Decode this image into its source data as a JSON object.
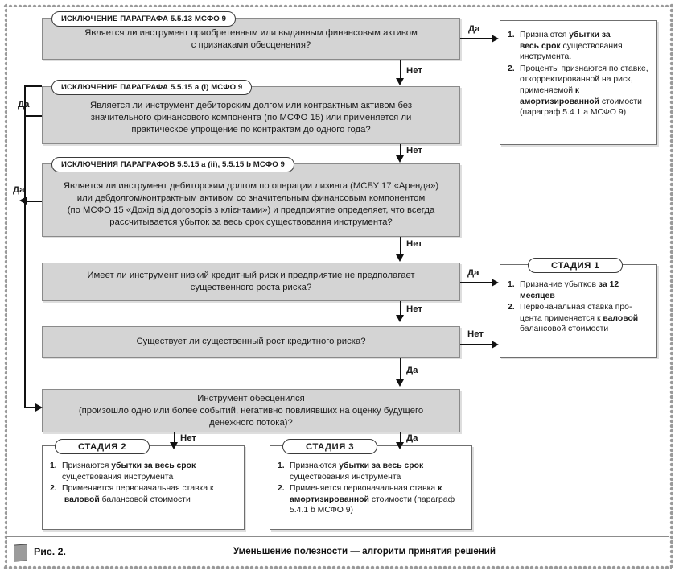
{
  "figure": {
    "icon": "figure-square-icon",
    "label": "Рис. 2.",
    "caption": "Уменьшение полезности — алгоритм принятия решений"
  },
  "colors": {
    "question_fill": "#d4d4d4",
    "question_border": "#8a8a8a",
    "result_border": "#6f6f6f",
    "pill_border": "#3a3a3a",
    "connector": "#111111",
    "page_background": "#ffffff"
  },
  "questions": [
    {
      "id": "q1",
      "pill": "ИСКЛЮЧЕНИЕ ПАРАГРАФА 5.5.13 МСФО 9",
      "lines": [
        "Является ли инструмент приобретенным или выданным финансовым активом",
        "с признаками обесценения?"
      ]
    },
    {
      "id": "q2",
      "pill": "ИСКЛЮЧЕНИЕ ПАРАГРАФА 5.5.15 a (i) МСФО 9",
      "lines": [
        "Является ли инструмент дебиторским долгом или контрактным активом без",
        "значительного финансового компонента (по МСФО 15) или применяется ли",
        "практическое упрощение по контрактам до одного года?"
      ]
    },
    {
      "id": "q3",
      "pill": "ИСКЛЮЧЕНИЯ ПАРАГРАФОВ 5.5.15 a (ii), 5.5.15 b МСФО 9",
      "lines": [
        "Является ли инструмент дебиторским долгом по операции лизинга (МСБУ 17 «Аренда»)",
        "или дебдолгом/контрактным активом со значительным финансовым компонентом",
        "(по МСФО 15 «Дохід від договорів з клієнтами») и предприятие определяет, что всегда",
        "рассчитывается убыток за весь срок существования инструмента?"
      ]
    },
    {
      "id": "q4",
      "pill": "",
      "lines": [
        "Имеет ли инструмент низкий кредитный риск и предприятие не предполагает",
        "существенного роста риска?"
      ]
    },
    {
      "id": "q5",
      "pill": "",
      "lines": [
        "Существует ли существенный рост кредитного риска?"
      ]
    },
    {
      "id": "q6",
      "pill": "",
      "lines": [
        "Инструмент обесценился",
        "(произошло одно или более событий, негативно повлиявших на оценку будущего",
        "денежного потока)?"
      ]
    }
  ],
  "results": {
    "top_right": {
      "pill": "",
      "items": [
        "1. Признаются убытки за весь срок существования инструмента.",
        "2. Проценты признаются по ставке, откорректированной на риск, применяемой к амортизированной стоимости (параграф 5.4.1 a МСФО 9)"
      ]
    },
    "stage1": {
      "pill": "СТАДИЯ 1",
      "items": [
        "1. Признание убытков за 12 месяцев",
        "2. Первоначальная ставка процента применяется к валовой балансовой стоимости"
      ]
    },
    "stage2": {
      "pill": "СТАДИЯ 2",
      "items": [
        "1. Признаются убытки за весь срок существования инструмента",
        "2. Применяется первоначальная ставка к валовой балансовой стоимости"
      ]
    },
    "stage3": {
      "pill": "СТАДИЯ 3",
      "items": [
        "1. Признаются убытки за весь срок существования инструмента",
        "2. Применяется первоначальная ставка к амортизированной стоимости (параграф 5.4.1 b МСФО 9)"
      ]
    }
  },
  "edges": {
    "yes": "Да",
    "no": "Нет",
    "labels": {
      "q1_yes": "Да",
      "q1_no": "Нет",
      "q2_yes": "Да",
      "q2_no": "Нет",
      "q3_yes": "Да",
      "q3_no": "Нет",
      "q4_yes": "Да",
      "q4_no": "Нет",
      "q5_no": "Нет",
      "q5_yes": "Да",
      "q6_no": "Нет",
      "q6_yes": "Да"
    }
  }
}
